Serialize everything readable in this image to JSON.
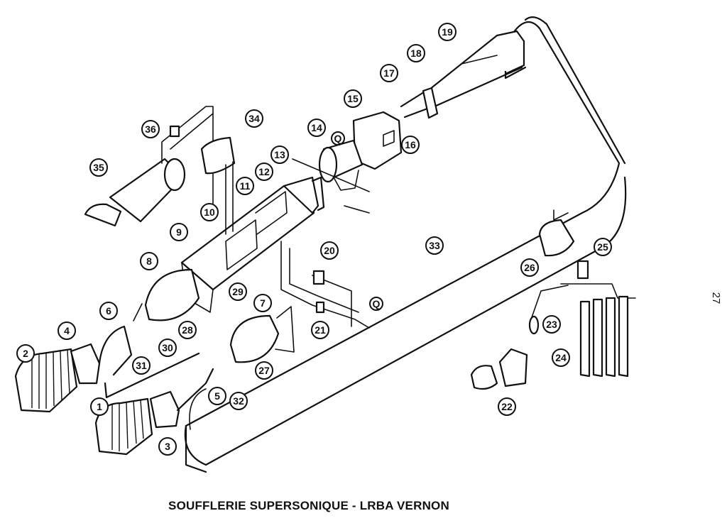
{
  "caption": "SOUFFLERIE SUPERSONIQUE - LRBA VERNON",
  "page_number": "27",
  "callouts": [
    {
      "label": "1"
    },
    {
      "label": "2"
    },
    {
      "label": "3"
    },
    {
      "label": "4"
    },
    {
      "label": "5"
    },
    {
      "label": "6"
    },
    {
      "label": "7"
    },
    {
      "label": "8"
    },
    {
      "label": "9"
    },
    {
      "label": "10"
    },
    {
      "label": "11"
    },
    {
      "label": "12"
    },
    {
      "label": "13"
    },
    {
      "label": "14"
    },
    {
      "label": "15"
    },
    {
      "label": "16"
    },
    {
      "label": "17"
    },
    {
      "label": "18"
    },
    {
      "label": "19"
    },
    {
      "label": "20"
    },
    {
      "label": "21"
    },
    {
      "label": "22"
    },
    {
      "label": "23"
    },
    {
      "label": "24"
    },
    {
      "label": "25"
    },
    {
      "label": "26"
    },
    {
      "label": "27"
    },
    {
      "label": "28"
    },
    {
      "label": "29"
    },
    {
      "label": "30"
    },
    {
      "label": "31"
    },
    {
      "label": "32"
    },
    {
      "label": "33"
    },
    {
      "label": "34"
    },
    {
      "label": "35"
    },
    {
      "label": "36"
    },
    {
      "label": "Q"
    },
    {
      "label": "Q"
    }
  ]
}
